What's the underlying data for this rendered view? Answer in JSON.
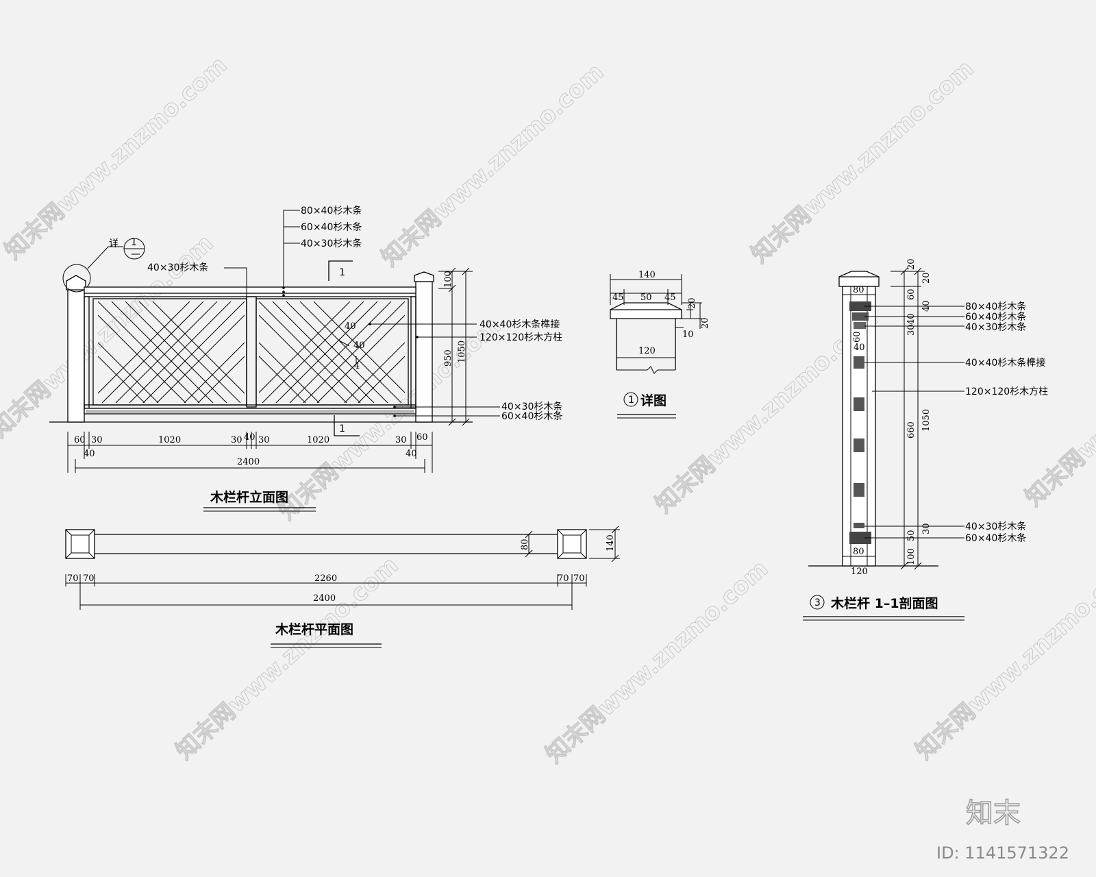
{
  "watermark": {
    "text": "知末网www.znzmo.com"
  },
  "brand": {
    "logo_text": "知末",
    "id_text": "ID: 1141571322"
  },
  "elevation": {
    "title": "木栏杆立面图",
    "detail_tag": "详",
    "detail_num": "1",
    "detail_sub": "—",
    "section_mark_top": "1",
    "section_mark_bottom": "1",
    "labels": {
      "l_80x40": "80×40杉木条",
      "l_60x40": "60×40杉木条",
      "l_40x30": "40×30杉木条",
      "l_40x30_left": "40×30杉木条",
      "l_tenon": "40×40杉木条榫接",
      "l_post": "120×120杉木方柱",
      "l_40x30_bottom": "40×30杉木条",
      "l_60x40_bottom": "60×40杉木条"
    },
    "inner_dims": {
      "d40a": "40",
      "d40b": "40",
      "d4": "4"
    },
    "dims_row1": [
      "60",
      "30",
      "1020",
      "30",
      "40",
      "30",
      "1020",
      "30",
      "60"
    ],
    "dims_row2": {
      "left": "40",
      "total": "2400",
      "right": "40"
    },
    "dims_right": {
      "d100": "100",
      "d950": "950",
      "d1050": "1050"
    }
  },
  "plan": {
    "title": "木栏杆平面图",
    "dims": {
      "a": "70",
      "b": "70",
      "mid": "2260",
      "c": "70",
      "d": "70",
      "total": "2400",
      "h80": "80",
      "h140": "140"
    }
  },
  "detail": {
    "title": "详图",
    "num": "1",
    "dims": {
      "top": "140",
      "a": "45",
      "b": "50",
      "c": "45",
      "h20a": "20",
      "h20b": "20",
      "h10": "10",
      "w120": "120"
    }
  },
  "section": {
    "num": "3",
    "title": "木栏杆 1–1剖面图",
    "labels": {
      "s_80x40": "80×40杉木条",
      "s_60x40": "60×40杉木条",
      "s_40x30": "40×30杉木条",
      "s_tenon": "40×40杉木条榫接",
      "s_post": "120×120杉木方柱",
      "s_40x30_b": "40×30杉木条",
      "s_60x40_b": "60×40杉木条"
    },
    "dims": {
      "w80": "80",
      "t20a": "20",
      "t20b": "20",
      "d60": "60",
      "d40": "40",
      "d40b": "40",
      "d30": "30",
      "d60b": "60",
      "d40c": "40",
      "d660": "660",
      "d1050": "1050",
      "d30b": "30",
      "d50": "50",
      "d100": "100",
      "w80b": "80",
      "w120": "120"
    }
  }
}
